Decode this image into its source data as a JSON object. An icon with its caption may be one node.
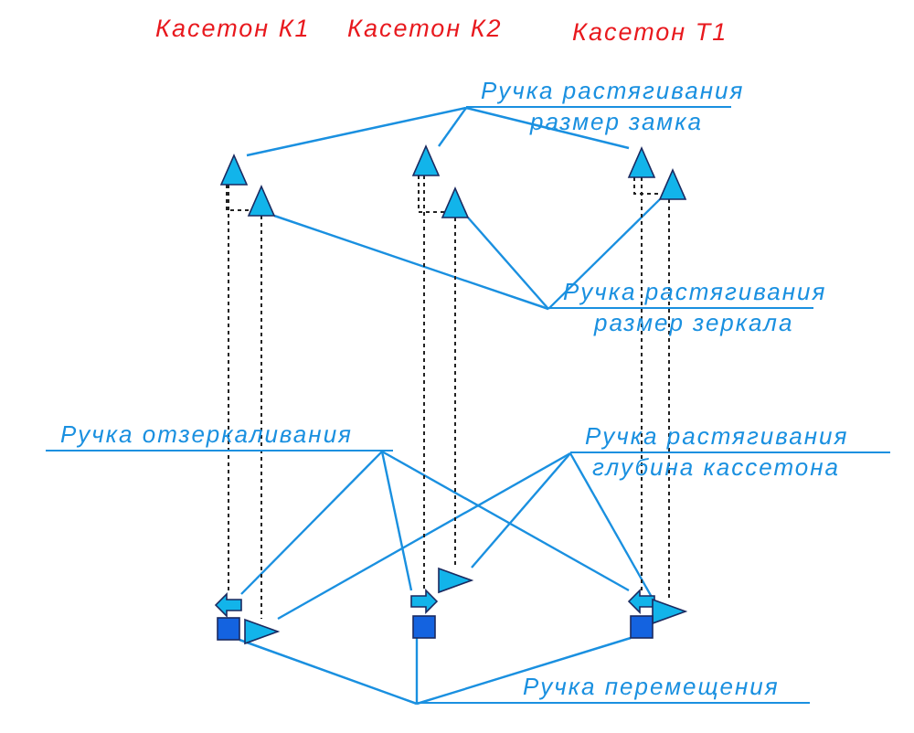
{
  "diagram": {
    "nodes": [
      {
        "text": [
          "Ручка растягивания",
          "размер замка"
        ]
      },
      {
        "text": [
          "Ручка растягивания",
          "размер зеркала"
        ]
      },
      {
        "text": [
          "Ручка отзеркаливания"
        ]
      },
      {
        "text": [
          "Ручка растягивания",
          "глубина кассетона"
        ]
      },
      {
        "text": [
          "Ручка перемещения"
        ]
      },
      {
        "text": [],
        "shape": "triangle"
      },
      {
        "text": [],
        "shape": "triangle"
      },
      {
        "text": [],
        "shape": "arrow"
      },
      {
        "text": [],
        "shape": "triangle"
      },
      {
        "text": [],
        "shape": "box"
      },
      {
        "text": [],
        "shape": "triangle"
      },
      {
        "text": [],
        "shape": "triangle"
      },
      {
        "text": [],
        "shape": "arrow"
      },
      {
        "text": [],
        "shape": "triangle"
      },
      {
        "text": [],
        "shape": "box"
      },
      {
        "text": [],
        "shape": "triangle"
      },
      {
        "text": [],
        "shape": "triangle"
      },
      {
        "text": [],
        "shape": "arrow"
      },
      {
        "text": [],
        "shape": "triangle"
      },
      {
        "text": [],
        "shape": "box"
      }
    ],
    "edges": [
      {
        "from": 0,
        "to": 5,
        "arrow": "none"
      },
      {
        "from": 0,
        "to": 10,
        "arrow": "none"
      },
      {
        "from": 0,
        "to": 15,
        "arrow": "none"
      },
      {
        "from": 1,
        "to": 6,
        "arrow": "none"
      },
      {
        "from": 1,
        "to": 11,
        "arrow": "none"
      },
      {
        "from": 1,
        "to": 16,
        "arrow": "none"
      },
      {
        "from": 2,
        "to": 7,
        "arrow": "none"
      },
      {
        "from": 2,
        "to": 12,
        "arrow": "none"
      },
      {
        "from": 2,
        "to": 17,
        "arrow": "none"
      },
      {
        "from": 3,
        "to": 8,
        "arrow": "none"
      },
      {
        "from": 3,
        "to": 13,
        "arrow": "none"
      },
      {
        "from": 3,
        "to": 18,
        "arrow": "none"
      },
      {
        "from": 4,
        "to": 9,
        "arrow": "none"
      },
      {
        "from": 4,
        "to": 14,
        "arrow": "none"
      },
      {
        "from": 4,
        "to": 19,
        "arrow": "none"
      },
      {
        "from": 5,
        "to": 6,
        "arrow": "none",
        "style": "dashed",
        "color": "#222222"
      },
      {
        "from": 5,
        "to": 7,
        "arrow": "none",
        "style": "dashed",
        "color": "#222222"
      },
      {
        "from": 6,
        "to": 8,
        "arrow": "none",
        "style": "dashed",
        "color": "#222222"
      },
      {
        "from": 10,
        "to": 11,
        "arrow": "none",
        "style": "dashed",
        "color": "#222222"
      },
      {
        "from": 10,
        "to": 12,
        "arrow": "none",
        "style": "dashed",
        "color": "#222222"
      },
      {
        "from": 11,
        "to": 13,
        "arrow": "none",
        "style": "dashed",
        "color": "#222222"
      },
      {
        "from": 15,
        "to": 16,
        "arrow": "none",
        "style": "dashed",
        "color": "#222222"
      },
      {
        "from": 15,
        "to": 17,
        "arrow": "none",
        "style": "dashed",
        "color": "#222222"
      },
      {
        "from": 16,
        "to": 18,
        "arrow": "none",
        "style": "dashed",
        "color": "#222222"
      }
    ],
    "labels": [
      "Касетон К1",
      "Касетон К2",
      "Касетон Т1"
    ]
  }
}
